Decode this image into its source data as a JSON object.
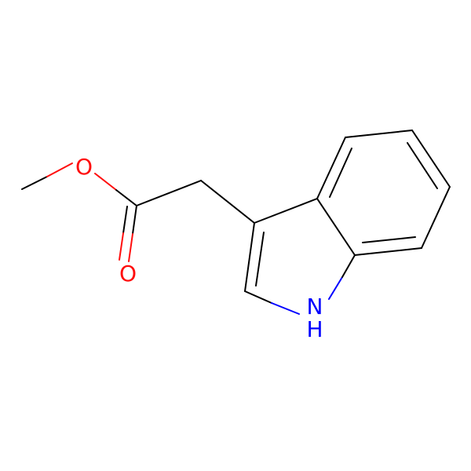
{
  "atom_labels": {
    "ester_oxygen": "O",
    "carbonyl_oxygen": "O",
    "ring_nitrogen": "N",
    "ring_nitrogen_hydrogen": "H"
  },
  "colors": {
    "bond": "#000000",
    "oxygen": "#ff0d0d",
    "nitrogen": "#0000ff",
    "background": "#ffffff"
  }
}
